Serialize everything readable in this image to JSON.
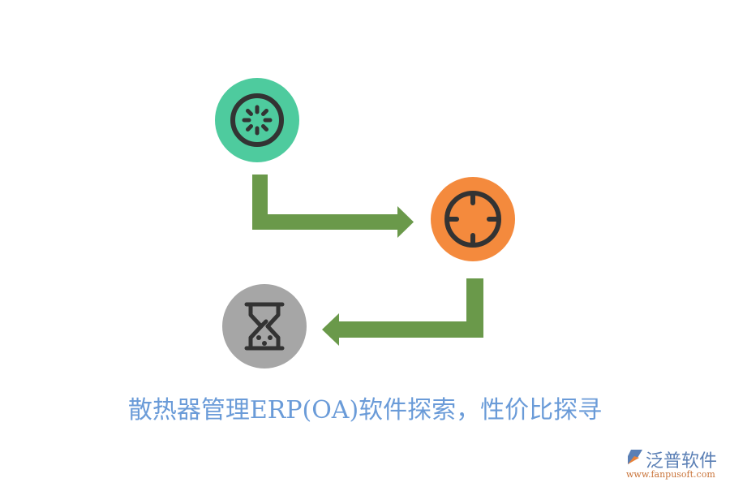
{
  "diagram": {
    "nodes": [
      {
        "id": "start",
        "icon": "loading-spinner-icon",
        "color": "#4ecb9e"
      },
      {
        "id": "target",
        "icon": "crosshair-icon",
        "color": "#f48a3d"
      },
      {
        "id": "wait",
        "icon": "hourglass-icon",
        "color": "#a6a6a6"
      }
    ],
    "edges": [
      {
        "from": "start",
        "to": "target",
        "color": "#6a994a"
      },
      {
        "from": "target",
        "to": "wait",
        "color": "#6a994a"
      }
    ],
    "icon_stroke_color": "#333333"
  },
  "caption": "散热器管理ERP(OA)软件探索，性价比探寻",
  "logo": {
    "brand": "泛普软件",
    "url": "www.fanpusoft.com"
  }
}
